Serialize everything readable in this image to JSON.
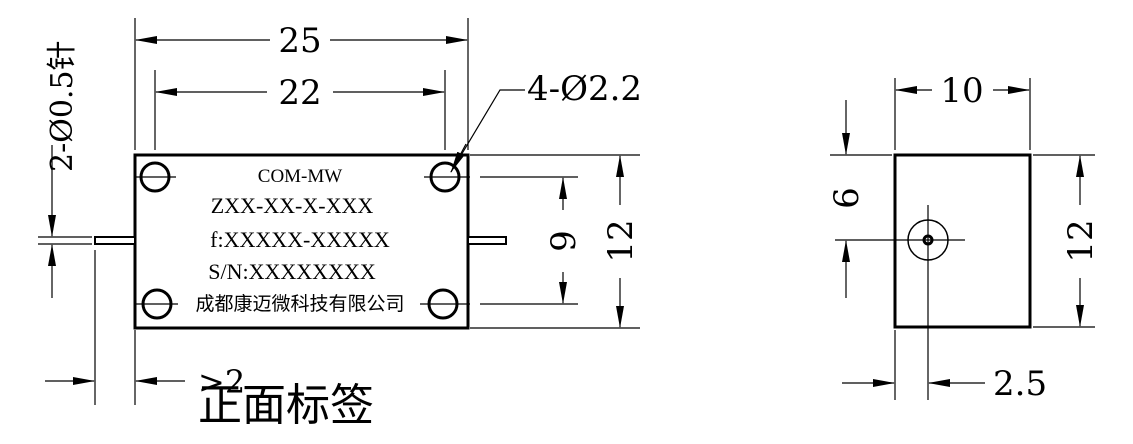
{
  "front_view": {
    "dim_width_outer": "25",
    "dim_width_holes": "22",
    "dim_holes": "4-Ø2.2",
    "dim_pins": "2-Ø0.5针",
    "dim_pin_spacing": "9",
    "dim_height": "12",
    "dim_pin_length": ">2",
    "label_lines": [
      "COM-MW",
      "ZXX-XX-X-XXX",
      "f:XXXXX-XXXXX",
      "S/N:XXXXXXXX",
      "成都康迈微科技有限公司"
    ],
    "caption": "正面标签"
  },
  "side_view": {
    "dim_width": "10",
    "dim_connector_height": "6",
    "dim_height": "12",
    "dim_connector_offset": "2.5"
  }
}
